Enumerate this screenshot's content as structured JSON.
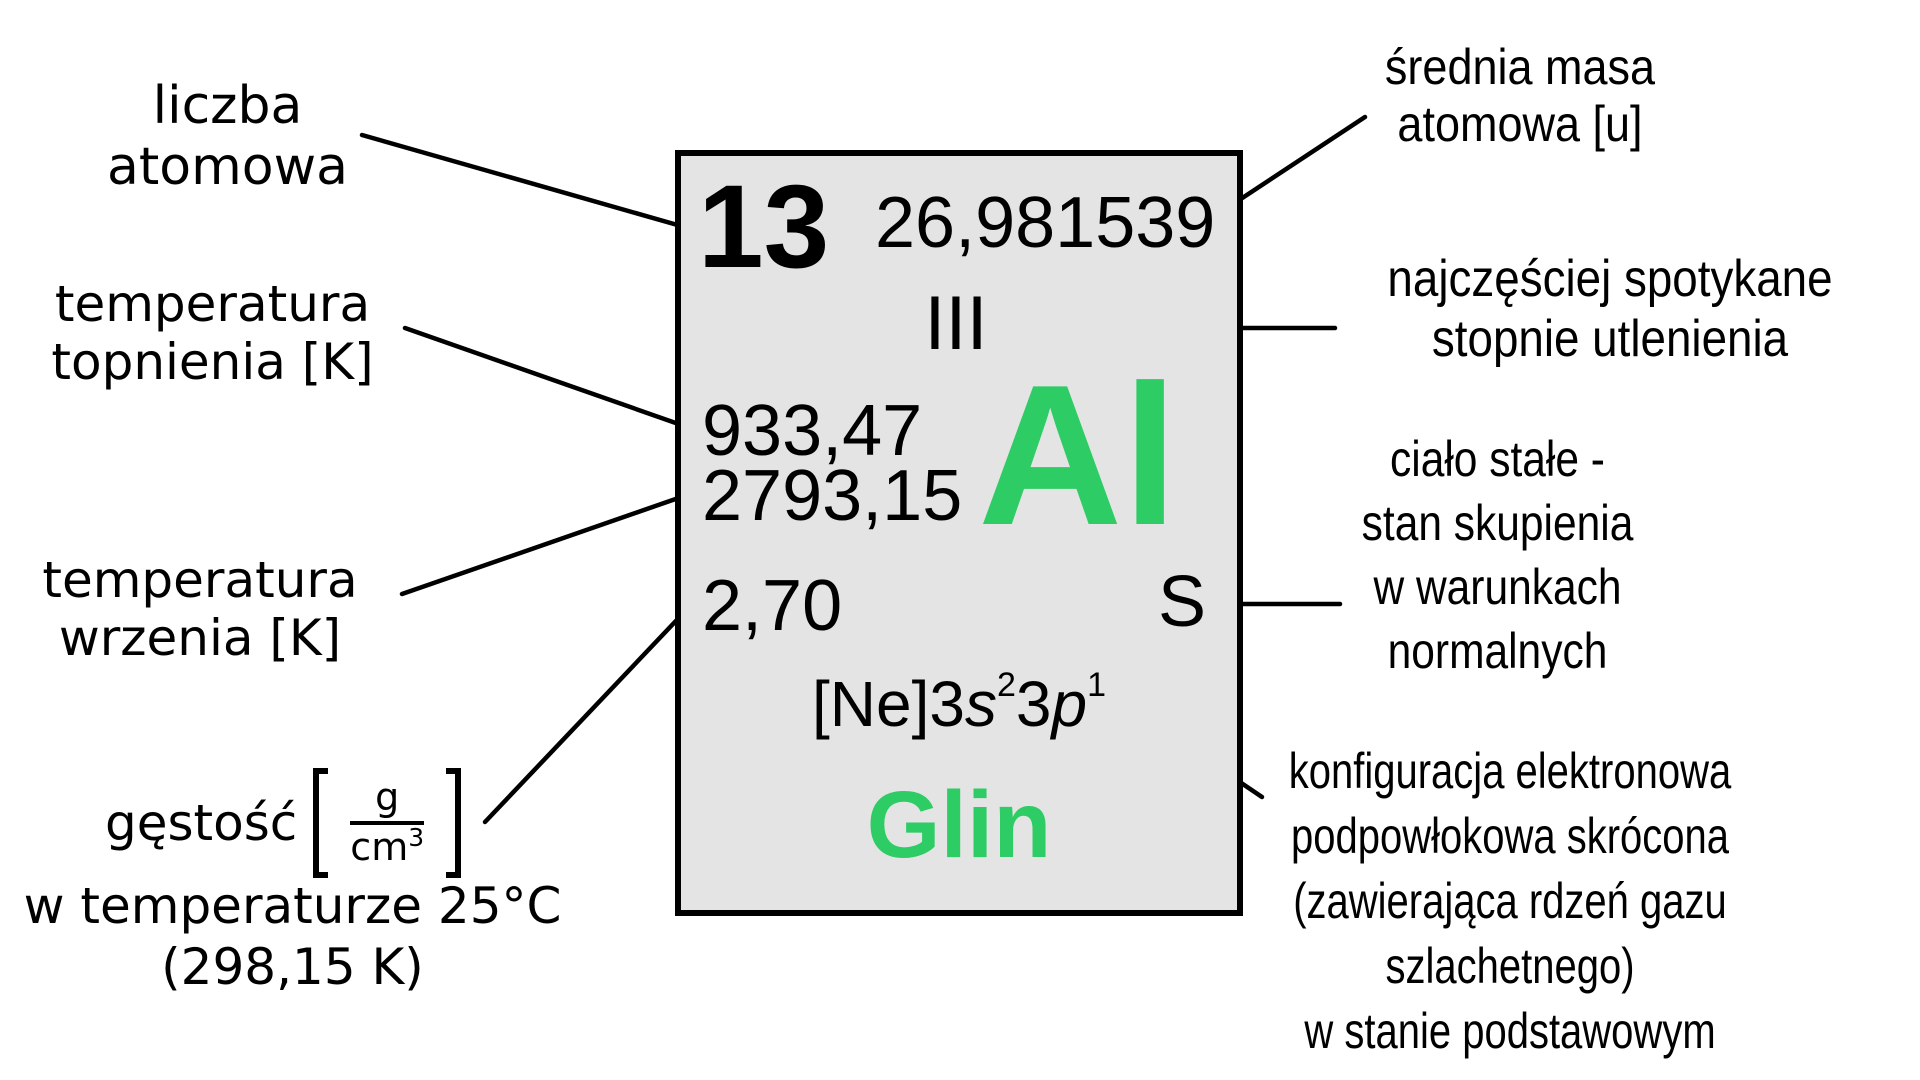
{
  "card": {
    "atomic_number": "13",
    "atomic_mass": "26,981539",
    "oxidation_states": "III",
    "melting_point": "933,47",
    "boiling_point": "2793,15",
    "density": "2,70",
    "symbol": "Al",
    "state_symbol": "S",
    "electron_configuration": {
      "core": "[Ne]3",
      "s_orbital": "s",
      "s_electrons": "2",
      "second_subshell": "3",
      "p_orbital": "p",
      "p_electrons": "1"
    },
    "name": "Glin"
  },
  "labels": {
    "atomic_number": {
      "line1": "liczba",
      "line2": "atomowa"
    },
    "melting_point": {
      "line1": "temperatura",
      "line2": "topnienia [K]"
    },
    "boiling_point": {
      "line1": "temperatura",
      "line2": "wrzenia [K]"
    },
    "density": {
      "term": "gęstość",
      "unit_numerator": "g",
      "unit_denominator": "cm",
      "unit_exponent": "3",
      "condition_line1": "w temperaturze 25°C",
      "condition_line2": "(298,15 K)"
    },
    "atomic_mass": {
      "line1": "średnia masa",
      "line2": "atomowa [u]"
    },
    "oxidation_states": {
      "line1": "najczęściej spotykane",
      "line2": "stopnie utlenienia"
    },
    "physical_state": {
      "line1": "ciało stałe -",
      "line2": "stan skupienia",
      "line3": "w warunkach",
      "line4": "normalnych"
    },
    "electron_configuration": {
      "line1": "konfiguracja elektronowa",
      "line2": "podpowłokowa skrócona",
      "line3": "(zawierająca rdzeń gazu",
      "line4": "szlachetnego)",
      "line5": "w stanie podstawowym"
    }
  },
  "colors": {
    "accent_green": "#2ecc64",
    "card_background": "#e4e4e4",
    "line_black": "#000000"
  }
}
